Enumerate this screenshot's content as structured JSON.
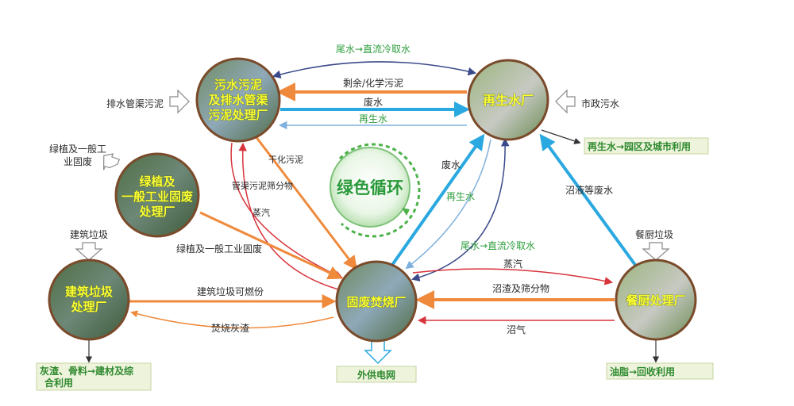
{
  "center": {
    "label": "绿色循环"
  },
  "nodes": {
    "sludge": {
      "lines": [
        "污水污泥",
        "及排水管渠",
        "污泥处理厂"
      ]
    },
    "reclaimed": {
      "lines": [
        "再生水厂"
      ]
    },
    "greenery": {
      "lines": [
        "绿植及",
        "一般工业固废",
        "处理厂"
      ]
    },
    "construction": {
      "lines": [
        "建筑垃圾",
        "处理厂"
      ]
    },
    "incineration": {
      "lines": [
        "固废焚烧厂"
      ]
    },
    "kitchen": {
      "lines": [
        "餐厨处理厂"
      ]
    }
  },
  "inputs": {
    "drain_sludge": "排水管渠污泥",
    "municipal_sewage": "市政污水",
    "greenery_waste": [
      "绿植及一般工",
      "业固废"
    ],
    "construction_waste": "建筑垃圾",
    "kitchen_waste": "餐厨垃圾"
  },
  "outputs": {
    "reclaimed_use": "再生水→园区及城市利用",
    "ash_use": [
      "灰渣、骨料→建材及综",
      "合利用"
    ],
    "power_grid": "外供电网",
    "oil_use": "油脂→回收利用"
  },
  "flows": {
    "tail_water_top": "尾水→直流冷取水",
    "residual_sludge": "剩余/化学污泥",
    "waste_water_top": "废水",
    "reclaimed_water_top": "再生水",
    "dry_sludge": "干化污泥",
    "pipe_screenings": "管渠污泥筛分物",
    "steam_left": "蒸汽",
    "greenery_to_incin": "绿植及一般工业固废",
    "construction_combustible": "建筑垃圾可燃份",
    "incin_ash": "焚烧灰渣",
    "waste_water_mid": "废水",
    "reclaimed_water_mid": "再生水",
    "tail_water_mid": "尾水→直流冷取水",
    "biogas_waste_water": "沼液等废水",
    "steam_right": "蒸汽",
    "biogas_residue": "沼渣及筛分物",
    "biogas": "沼气"
  },
  "colors": {
    "orange": "#ef8a3c",
    "blue": "#2aa8e0",
    "lightblue": "#7fb0dd",
    "navy": "#3a4a8a",
    "red": "#d8343c",
    "green_label": "#2e9e3e"
  }
}
